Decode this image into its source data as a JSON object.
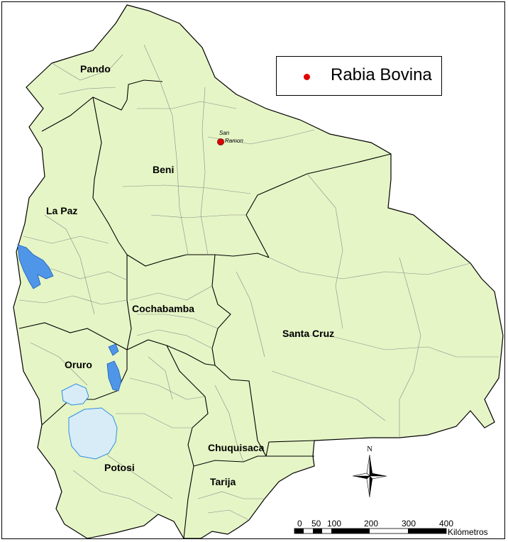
{
  "legend": {
    "symbol": "red-dot-icon",
    "label": "Rabia Bovina",
    "color": "#e00000"
  },
  "departments": {
    "pando": "Pando",
    "beni": "Beni",
    "la_paz": "La Paz",
    "cochabamba": "Cochabamba",
    "santa_cruz": "Santa Cruz",
    "oruro": "Oruro",
    "potosi": "Potosi",
    "chuquisaca": "Chuquisaca",
    "tarija": "Tarija"
  },
  "town": {
    "line1": "San",
    "line2": "Ramon"
  },
  "north_arrow": {
    "label": "N"
  },
  "scale_bar": {
    "ticks": [
      "0",
      "50",
      "100",
      "200",
      "300",
      "400"
    ],
    "units": "Kilómetros"
  },
  "colors": {
    "land": "#e6f5c6",
    "water": "#4f96e8",
    "salt_flat": "#d8ecf8",
    "boundary": "#000000",
    "municipal": "#8a8a8a"
  }
}
